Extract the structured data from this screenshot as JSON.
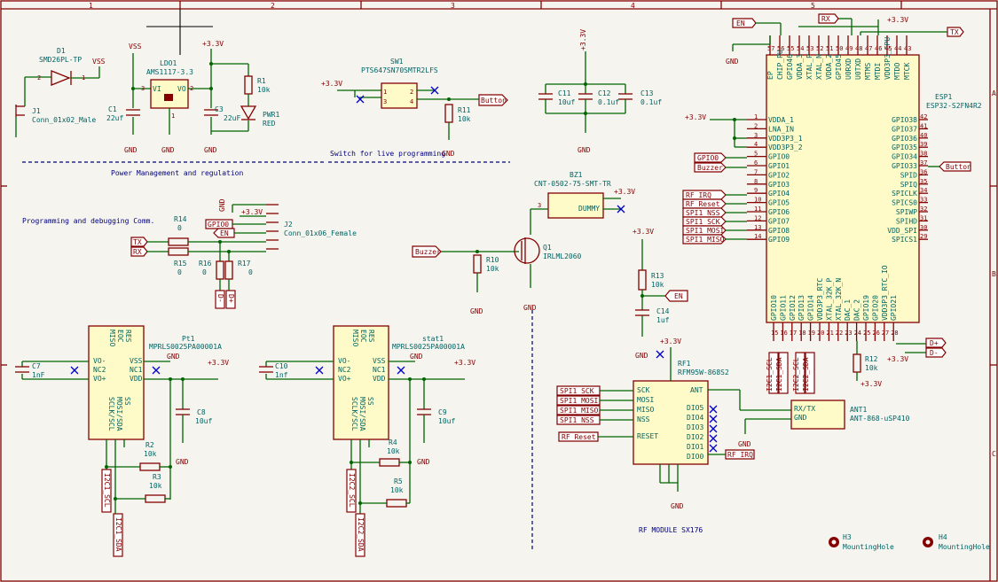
{
  "frame": {
    "columns": [
      "1",
      "2",
      "3",
      "4",
      "5"
    ],
    "rows": [
      "A",
      "B",
      "C"
    ]
  },
  "sections": {
    "power": "Power Management and regulation",
    "switch": "Switch for live programming",
    "programming": "Programming and debugging Comm.",
    "rf": "RF MODULE SX176"
  },
  "components": {
    "d1": {
      "ref": "D1",
      "value": "SMD26PL-TP"
    },
    "j1": {
      "ref": "J1",
      "value": "Conn_01x02_Male"
    },
    "ldo1": {
      "ref": "LDO1",
      "value": "AMS1117-3.3",
      "pin_vi": "VI",
      "pin_vo": "VO",
      "pin_gnd": "GND"
    },
    "c1": {
      "ref": "C1",
      "value": "22uf"
    },
    "c3": {
      "ref": "C3",
      "value": "22uF"
    },
    "r1": {
      "ref": "R1",
      "value": "10k"
    },
    "pwr1": {
      "ref": "PWR1",
      "value": "RED"
    },
    "sw1": {
      "ref": "SW1",
      "value": "PTS647SN70SMTR2LFS"
    },
    "r11": {
      "ref": "R11",
      "value": "10k"
    },
    "c11": {
      "ref": "C11",
      "value": "10uf"
    },
    "c12": {
      "ref": "C12",
      "value": "0.1uf"
    },
    "c13": {
      "ref": "C13",
      "value": "0.1uf"
    },
    "bz1": {
      "ref": "BZ1",
      "value": "CNT-0502-75-SMT-TR",
      "body": "DUMMY"
    },
    "q1": {
      "ref": "Q1",
      "value": "IRLML2060"
    },
    "r10": {
      "ref": "R10",
      "value": "10k"
    },
    "r13": {
      "ref": "R13",
      "value": "10k"
    },
    "c14": {
      "ref": "C14",
      "value": "1uf"
    },
    "j2": {
      "ref": "J2",
      "value": "Conn_01x06_Female"
    },
    "r14": {
      "ref": "R14",
      "value": "0"
    },
    "r15": {
      "ref": "R15",
      "value": "0"
    },
    "r16": {
      "ref": "R16",
      "value": "0"
    },
    "r17": {
      "ref": "R17",
      "value": "0"
    },
    "pt1": {
      "ref": "Pt1",
      "value": "MPRLS0025PA00001A"
    },
    "stat1": {
      "ref": "stat1",
      "value": "MPRLS0025PA00001A"
    },
    "c7": {
      "ref": "C7",
      "value": "1nF"
    },
    "c8": {
      "ref": "C8",
      "value": "10uf"
    },
    "c9": {
      "ref": "C9",
      "value": "10uf"
    },
    "c10": {
      "ref": "C10",
      "value": "1nf"
    },
    "r2": {
      "ref": "R2",
      "value": "10k"
    },
    "r3": {
      "ref": "R3",
      "value": "10k"
    },
    "r4": {
      "ref": "R4",
      "value": "10k"
    },
    "r5": {
      "ref": "R5",
      "value": "10k"
    },
    "rf1": {
      "ref": "RF1",
      "value": "RFM95W-868S2"
    },
    "ant1": {
      "ref": "ANT1",
      "value": "ANT-868-uSP410",
      "pin1": "RX/TX",
      "pin2": "GND"
    },
    "esp1": {
      "ref": "ESP1",
      "value": "ESP32-S2FN4R2"
    },
    "r12": {
      "ref": "R12",
      "value": "10k"
    },
    "h3": {
      "ref": "H3",
      "value": "MountingHole"
    },
    "h4": {
      "ref": "H4",
      "value": "MountingHole"
    }
  },
  "nets": {
    "vss": "VSS",
    "v33": "+3.3V",
    "gnd": "GND",
    "button": "Button",
    "buzzer": "Buzzer",
    "en": "EN",
    "gpio0": "GPIO0",
    "tx": "TX",
    "rx": "RX",
    "i2c1_scl": "I2C1_SCL",
    "i2c1_sda": "I2C1_SDA",
    "i2c2_scl": "I2C2_SCL",
    "i2c2_sda": "I2C2_SDA",
    "spi1_sck": "SPI1_SCK",
    "spi1_mosi": "SPI1_MOSI",
    "spi1_miso": "SPI1_MISO",
    "spi1_nss": "SPI1_NSS",
    "rf_reset": "RF_Reset",
    "rf_irq": "RF_IRQ",
    "dplus": "D+",
    "dminus": "D-"
  },
  "pins": {
    "sensor_left": [
      "VO-",
      "NC2",
      "VO+"
    ],
    "sensor_right": [
      "VSS",
      "NC1",
      "VDD"
    ],
    "sensor_top": [
      "MISO",
      "EOC",
      "RES"
    ],
    "sensor_bottom": [
      "SCLK/SCL",
      "MOSI/SDA",
      "SS"
    ],
    "rf_left": [
      "SCK",
      "MOSI",
      "MISO",
      "NSS",
      "RESET"
    ],
    "rf_right": [
      "ANT",
      "DIO5",
      "DIO4",
      "DIO3",
      "DIO2",
      "DIO1",
      "DIO0"
    ],
    "esp_left_nums": [
      "1",
      "2",
      "3",
      "4",
      "5",
      "6",
      "7",
      "8",
      "9",
      "10",
      "11",
      "12",
      "13",
      "14"
    ],
    "esp_left": [
      "VDDA_1",
      "LNA_IN",
      "VDD3P3_1",
      "VDD3P3_2",
      "GPIO0",
      "GPIO1",
      "GPIO2",
      "GPIO3",
      "GPIO4",
      "GPIO5",
      "GPIO6",
      "GPIO7",
      "GPIO8",
      "GPIO9"
    ],
    "esp_right_nums": [
      "42",
      "41",
      "40",
      "39",
      "38",
      "37",
      "36",
      "35",
      "34",
      "33",
      "32",
      "31",
      "30",
      "29"
    ],
    "esp_right": [
      "GPIO38",
      "GPIO37",
      "GPIO36",
      "GPIO35",
      "GPIO34",
      "GPIO33",
      "SPID",
      "SPIQ",
      "SPICLK",
      "SPICS0",
      "SPIWP",
      "SPIHD",
      "VDD_SPI",
      "SPICS1"
    ],
    "esp_top_nums": [
      "57",
      "56",
      "55",
      "54",
      "53",
      "52",
      "51",
      "50",
      "49",
      "48",
      "47",
      "46",
      "45",
      "44",
      "43"
    ],
    "esp_top": [
      "EP",
      "CHIP_PU",
      "GPIO46",
      "VDDA_3",
      "XTAL_P",
      "XTAL_N",
      "VDDA_2",
      "GPIO45",
      "U0RXD",
      "U0TXD",
      "MTMS",
      "MTDI",
      "VDD3P3_CPU",
      "MTDO",
      "MTCK"
    ],
    "esp_bottom_nums": [
      "15",
      "16",
      "17",
      "18",
      "19",
      "20",
      "21",
      "22",
      "23",
      "24",
      "25",
      "26",
      "27",
      "28"
    ],
    "esp_bottom": [
      "GPIO10",
      "GPIO11",
      "GPIO12",
      "GPIO13",
      "GPIO14",
      "VDD3P3_RTC",
      "XTAL_32K_P",
      "XTAL_32K_N",
      "DAC_1",
      "DAC_2",
      "GPIO19",
      "GPIO20",
      "VDD3P3_RTC_IO",
      "GPIO21"
    ]
  }
}
